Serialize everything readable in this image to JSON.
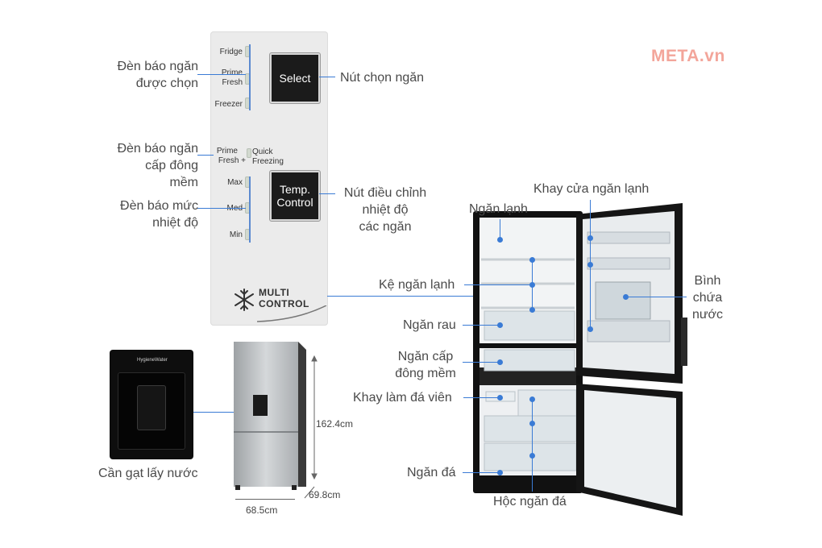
{
  "watermark": "META.vn",
  "panel": {
    "fridge": "Fridge",
    "prime": "Prime",
    "fresh": "Fresh",
    "freezer": "Freezer",
    "select": "Select",
    "prime2": "Prime",
    "fresh_plus": "Fresh +",
    "quick": "Quick",
    "freezing": "Freezing",
    "max": "Max",
    "med": "Med",
    "min": "Min",
    "temp": "Temp.",
    "control": "Control",
    "multi": "MULTI",
    "control2": "CONTROL"
  },
  "labels": {
    "compartment_indicator_1": "Đèn báo ngăn",
    "compartment_indicator_2": "được chọn",
    "select_button": "Nút chọn ngăn",
    "soft_freeze_1": "Đèn báo ngăn",
    "soft_freeze_2": "cấp đông",
    "soft_freeze_3": "mềm",
    "temp_level_1": "Đèn báo mức",
    "temp_level_2": "nhiệt độ",
    "temp_button_1": "Nút điều chỉnh",
    "temp_button_2": "nhiệt độ",
    "temp_button_3": "các ngăn",
    "water_lever": "Cần gạt lấy nước",
    "door_tray": "Khay cửa ngăn lạnh",
    "fridge_compartment": "Ngăn lạnh",
    "fridge_shelf": "Kệ ngăn lạnh",
    "water_tank_1": "Bình",
    "water_tank_2": "chứa",
    "water_tank_3": "nước",
    "veg_drawer": "Ngăn rau",
    "soft_freeze_drawer_1": "Ngăn cấp",
    "soft_freeze_drawer_2": "đông mềm",
    "ice_tray": "Khay làm đá viên",
    "freezer_compartment": "Ngăn đá",
    "freezer_drawer": "Hộc ngăn đá"
  },
  "dimensions": {
    "height": "162.4cm",
    "depth": "69.8cm",
    "width": "68.5cm"
  },
  "dispenser": {
    "brand": "HygieneWater"
  },
  "colors": {
    "accent": "#3a7bd5",
    "watermark": "#f3a59a",
    "fridge_body": "#1a1a1a",
    "panel_bg": "#ebebeb"
  }
}
